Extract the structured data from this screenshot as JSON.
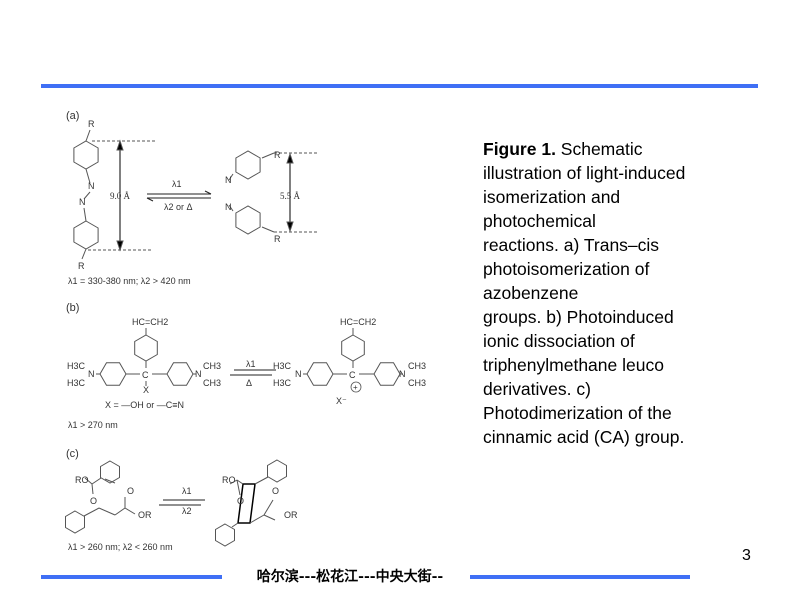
{
  "figure": {
    "panel_a": {
      "label": "(a)",
      "R": "R",
      "N": "N",
      "trans_distance": "9.0 Å",
      "cis_distance": "5.5 Å",
      "forward": "λ1",
      "reverse": "λ2 or Δ",
      "condition": "λ1 = 330-380 nm; λ2 > 420 nm"
    },
    "panel_b": {
      "label": "(b)",
      "vinyl": "HC=CH2",
      "me": "H3C",
      "me2": "CH3",
      "N": "N",
      "C": "C",
      "X": "X",
      "x_def": "X = —OH or —C≡N",
      "forward": "λ1",
      "reverse": "Δ",
      "plus": "+",
      "anion": "X⁻",
      "condition": "λ1 > 270 nm"
    },
    "panel_c": {
      "label": "(c)",
      "RO": "RO",
      "OR": "OR",
      "O": "O",
      "forward": "λ1",
      "reverse": "λ2",
      "condition": "λ1 > 260 nm; λ2 < 260 nm"
    }
  },
  "caption": {
    "bold": "Figure 1.",
    "lines": [
      " Schematic",
      "illustration of light-induced",
      "isomerization and",
      "photochemical",
      "reactions. a) Trans–cis",
      "photoisomerization of",
      "azobenzene",
      "groups. b) Photoinduced",
      "ionic dissociation of",
      "triphenylmethane leuco",
      "derivatives. c)",
      "Photodimerization of the",
      "cinnamic acid (CA) group."
    ]
  },
  "footer": "哈尔滨---松花江---中央大街--",
  "page_number": "3",
  "colors": {
    "rule": "#3f6ff5"
  }
}
